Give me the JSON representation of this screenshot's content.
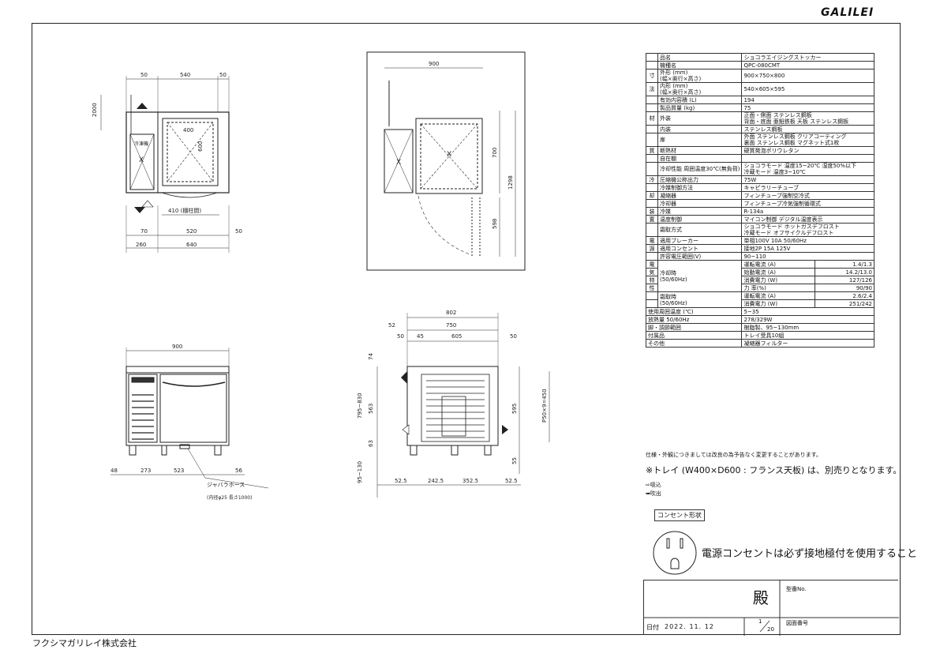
{
  "brand": "GALILEI",
  "company": "フクシマガリレイ株式会社",
  "spec_rows": [
    {
      "label": "品名",
      "value": "ショコラエイジングストッカー"
    },
    {
      "label": "機種名",
      "value": "QPC-080CMT"
    },
    {
      "group": "寸",
      "label": "外形 (mm)",
      "sub": "(幅×奥行×高さ)",
      "value": "900×750×800"
    },
    {
      "group": "法",
      "label": "内形 (mm)",
      "sub": "(幅×奥行×高さ)",
      "value": "540×605×595"
    },
    {
      "label": "有効内容積 (L)",
      "value": "194"
    },
    {
      "label": "製品質量 (kg)",
      "value": "75"
    },
    {
      "group": "材",
      "label": "外装",
      "value": "正面・側面 ステンレス鋼板",
      "value2": "背面・底面 亜鉛鉄板  天板 ステンレス鋼板"
    },
    {
      "label": "内装",
      "value": "ステンレス鋼板"
    },
    {
      "label": "扉",
      "value": "外面 ステンレス鋼板  クリアコーティング",
      "value2": "裏面 ステンレス鋼板 マグネット式1枚"
    },
    {
      "group": "質",
      "label": "断熱材",
      "value": "硬質発泡ポリウレタン"
    },
    {
      "label": "自在棚",
      "value": ""
    },
    {
      "label": "冷却性能 周囲温度30℃(無負荷)",
      "value": "ショコラモード  温度15~20℃  湿度50%以下",
      "value2": "冷蔵モード  温度3~10℃"
    },
    {
      "group": "冷",
      "label": "圧縮機公称出力",
      "value": "75W"
    },
    {
      "label": "冷媒制御方法",
      "value": "キャピラリーチューブ"
    },
    {
      "group": "却",
      "label": "凝縮器",
      "value": "フィンチューブ強制空冷式"
    },
    {
      "label": "冷却器",
      "value": "フィンチューブ冷気強制循環式"
    },
    {
      "group": "装",
      "label": "冷媒",
      "value": "R-134a"
    },
    {
      "group": "置",
      "label": "温度制御",
      "value": "マイコン制御  デジタル温度表示"
    },
    {
      "label": "霜取方式",
      "value": "ショコラモード  ホットガスデフロスト",
      "value2": "冷蔵モード  オフサイクルデフロスト"
    },
    {
      "group": "電",
      "label": "適用ブレーカー",
      "value": "単相100V  10A  50/60Hz"
    },
    {
      "group": "源",
      "label": "適用コンセント",
      "value": "接地2P  15A  125V"
    },
    {
      "label": "許容電圧範囲(V)",
      "value": "90~110"
    }
  ],
  "electric": {
    "group_chars": [
      "電",
      "気",
      "特",
      "性"
    ],
    "cooling_label": "冷却時",
    "cooling_freq": "(50/60Hz)",
    "cooling_rows": [
      {
        "k": "運転電流 (A)",
        "v": "1.4/1.3"
      },
      {
        "k": "始動電流 (A)",
        "v": "14.2/13.0"
      },
      {
        "k": "消費電力 (W)",
        "v": "127/126"
      },
      {
        "k": "力  率(%)",
        "v": "90/90"
      }
    ],
    "defrost_label": "霜取時",
    "defrost_freq": "(50/60Hz)",
    "defrost_rows": [
      {
        "k": "運転電流 (A)",
        "v": "2.6/2.4"
      },
      {
        "k": "消費電力 (W)",
        "v": "251/242"
      }
    ]
  },
  "spec_tail": [
    {
      "label": "使用周囲温度 (℃)",
      "value": "5~35"
    },
    {
      "label": "放熱量 50/60Hz",
      "value": "278/329W"
    },
    {
      "label": "脚・調節範囲",
      "value": "樹脂製、95~130mm"
    },
    {
      "label": "付属品",
      "value": "トレイ受具10組"
    },
    {
      "label": "その他",
      "value": "凝縮器フィルター"
    }
  ],
  "notes": {
    "n1": "仕様・外観につきましては改良の為予告なく変更することがあります。",
    "n2": "※トレイ (W400×D600 : フランス天板) は、別売りとなります。",
    "intake": "吸込",
    "exhaust": "吹出",
    "outlet_title": "コンセント形状",
    "outlet_text": "電源コンセントは必ず接地極付を使用すること"
  },
  "title_block": {
    "dono": "殿",
    "model_no_label": "型番No.",
    "date_label": "日付",
    "date": "2022. 11. 12",
    "scale_num": "1",
    "scale_den": "20",
    "drawing_no_label": "図面番号"
  },
  "dims": {
    "top_view": [
      "50",
      "540",
      "50",
      "2000",
      "400",
      "600",
      "冷凍機",
      "X",
      "410 (棚柱間)",
      "70",
      "520",
      "50",
      "260",
      "640"
    ],
    "door_view": [
      "900",
      "X",
      "X",
      "700",
      "1298",
      "598"
    ],
    "front_view": [
      "900",
      "48",
      "273",
      "523",
      "56",
      "ジャバラホース",
      "(内径φ25 長さ1000)"
    ],
    "side_view": [
      "802",
      "52",
      "750",
      "50",
      "45",
      "605",
      "50",
      "74",
      "795~830",
      "563",
      "595",
      "P50×9=450",
      "63",
      "55",
      "95~130",
      "52.5",
      "242.5",
      "352.5",
      "52.5"
    ]
  }
}
